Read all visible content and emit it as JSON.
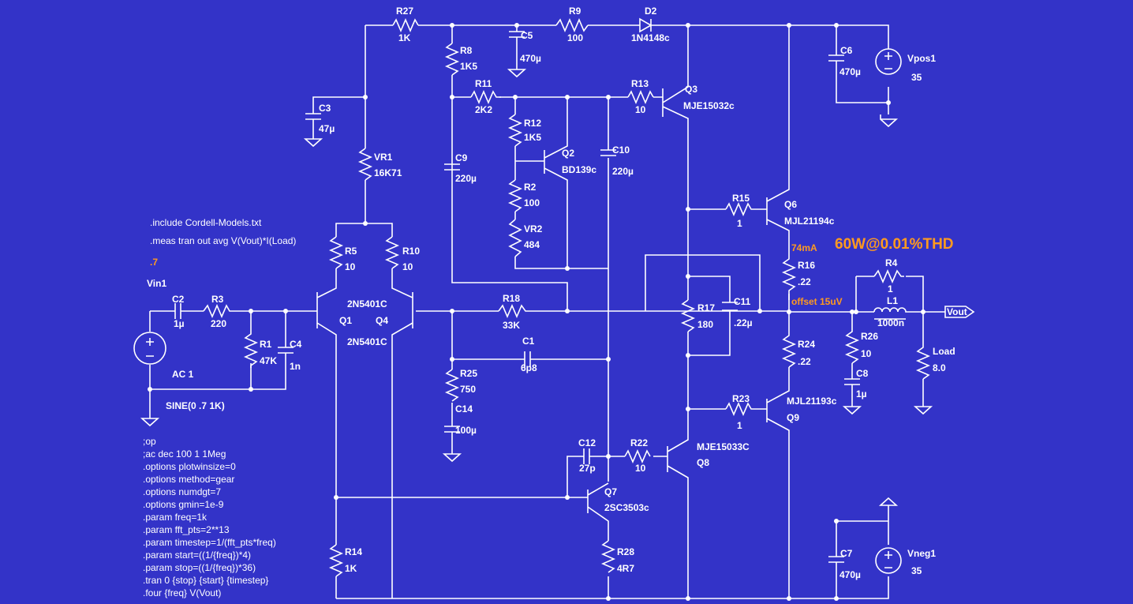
{
  "colors": {
    "background": "#3333c8",
    "wire": "#ffffff",
    "highlight": "#ff9a1f"
  },
  "components": {
    "R27": {
      "name": "R27",
      "value": "1K"
    },
    "R9": {
      "name": "R9",
      "value": "100"
    },
    "D2": {
      "name": "D2",
      "value": "1N4148c"
    },
    "C5": {
      "name": "C5",
      "value": "470µ"
    },
    "R8": {
      "name": "R8",
      "value": "1K5"
    },
    "C6": {
      "name": "C6",
      "value": "470µ"
    },
    "Vpos1": {
      "name": "Vpos1",
      "value": "35"
    },
    "C3": {
      "name": "C3",
      "value": "47µ"
    },
    "R11": {
      "name": "R11",
      "value": "2K2"
    },
    "R13": {
      "name": "R13",
      "value": "10"
    },
    "Q3": {
      "name": "Q3",
      "value": "MJE15032c"
    },
    "R12": {
      "name": "R12",
      "value": "1K5"
    },
    "Q2": {
      "name": "Q2",
      "value": "BD139c"
    },
    "C9": {
      "name": "C9",
      "value": "220µ"
    },
    "C10": {
      "name": "C10",
      "value": "220µ"
    },
    "VR1": {
      "name": "VR1",
      "value": "16K71"
    },
    "R2": {
      "name": "R2",
      "value": "100"
    },
    "R15": {
      "name": "R15",
      "value": "1"
    },
    "Q6": {
      "name": "Q6",
      "value": "MJL21194c"
    },
    "VR2": {
      "name": "VR2",
      "value": "484"
    },
    "R5": {
      "name": "R5",
      "value": "10"
    },
    "R10": {
      "name": "R10",
      "value": "10"
    },
    "R16": {
      "name": "R16",
      "value": ".22"
    },
    "R4": {
      "name": "R4",
      "value": "1"
    },
    "Q1": {
      "name": "Q1",
      "value": "2N5401C"
    },
    "Q4": {
      "name": "Q4",
      "value": "2N5401C"
    },
    "R18": {
      "name": "R18",
      "value": "33K"
    },
    "R17": {
      "name": "R17",
      "value": "180"
    },
    "C11": {
      "name": "C11",
      "value": ".22µ"
    },
    "L1": {
      "name": "L1",
      "value": "1000n"
    },
    "C2": {
      "name": "C2",
      "value": "1µ"
    },
    "R3": {
      "name": "R3",
      "value": "220"
    },
    "R1": {
      "name": "R1",
      "value": "47K"
    },
    "C4": {
      "name": "C4",
      "value": "1n"
    },
    "C1": {
      "name": "C1",
      "value": "6p8"
    },
    "R26": {
      "name": "R26",
      "value": "10"
    },
    "R24": {
      "name": "R24",
      "value": ".22"
    },
    "Load": {
      "name": "Load",
      "value": "8.0"
    },
    "R25": {
      "name": "R25",
      "value": "750"
    },
    "C8": {
      "name": "C8",
      "value": "1µ"
    },
    "C14": {
      "name": "C14",
      "value": "100µ"
    },
    "R23": {
      "name": "R23",
      "value": "1"
    },
    "Q9": {
      "name": "Q9",
      "value": "MJL21193c"
    },
    "C12": {
      "name": "C12",
      "value": "27p"
    },
    "R22": {
      "name": "R22",
      "value": "10"
    },
    "Q8": {
      "name": "Q8",
      "value": "MJE15033C"
    },
    "Q7": {
      "name": "Q7",
      "value": "2SC3503c"
    },
    "R14": {
      "name": "R14",
      "value": "1K"
    },
    "R28": {
      "name": "R28",
      "value": "4R7"
    },
    "C7": {
      "name": "C7",
      "value": "470µ"
    },
    "Vneg1": {
      "name": "Vneg1",
      "value": "35"
    },
    "Vin1": {
      "name": "Vin1",
      "value": "AC 1",
      "value2": "SINE(0 .7 1K)"
    }
  },
  "annotations": {
    "title": "60W@0.01%THD",
    "bias_current": "74mA",
    "offset": "offset 15uV",
    "out_label": "Vout",
    "param_value": ".7"
  },
  "directives_top": [
    ".include Cordell-Models.txt",
    ".meas tran out avg V(Vout)*I(Load)"
  ],
  "directives": [
    ";op",
    ";ac dec 100 1 1Meg",
    ".options plotwinsize=0",
    ".options method=gear",
    ".options numdgt=7",
    ".options gmin=1e-9",
    ".param freq=1k",
    ".param fft_pts=2**13",
    ".param timestep=1/(fft_pts*freq)",
    ".param start=((1/{freq})*4)",
    ".param stop=((1/{freq})*36)",
    ".tran 0 {stop} {start} {timestep}",
    ".four {freq} V(Vout)"
  ]
}
